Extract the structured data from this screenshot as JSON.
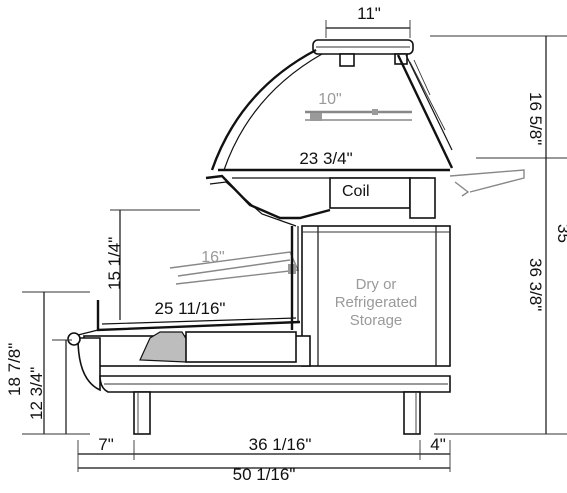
{
  "diagram": {
    "dimensions": {
      "top_shelf_depth": "11\"",
      "display_height_upper": "16 5/8\"",
      "glass_shelf": "10\"",
      "deck_depth": "23 3/4\"",
      "right_edge_partial": "35",
      "coil_drop": "15 1/4\"",
      "angled_shelf": "16\"",
      "total_height": "36 3/8\"",
      "well_depth": "25 11/16\"",
      "left_height_upper": "18 7/8\"",
      "left_height_lower": "12 3/4\"",
      "front_overhang": "7\"",
      "base_width": "36 1/16\"",
      "rear_overhang": "4\"",
      "overall_width": "50 1/16\""
    },
    "labels": {
      "coil": "Coil",
      "storage_line1": "Dry or",
      "storage_line2": "Refrigerated",
      "storage_line3": "Storage"
    }
  }
}
